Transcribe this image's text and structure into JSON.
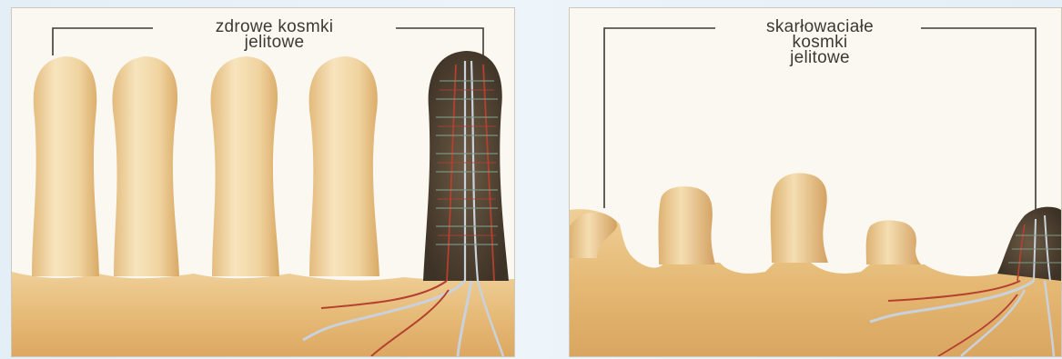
{
  "healthy_panel": {
    "label_lines": [
      "zdrowe kosmki",
      "jelitowe"
    ]
  },
  "atrophied_panel": {
    "label_lines": [
      "skarłowaciałe",
      "kosmki",
      "jelitowe"
    ]
  },
  "colors": {
    "tissue_light": "#f6e2b8",
    "tissue_mid": "#e6bf7f",
    "tissue_dark": "#c9964f",
    "artery": "#b5402f",
    "vein": "#c9d2dc",
    "lacteal": "#6f8a7a",
    "background": "#faf8f1"
  }
}
